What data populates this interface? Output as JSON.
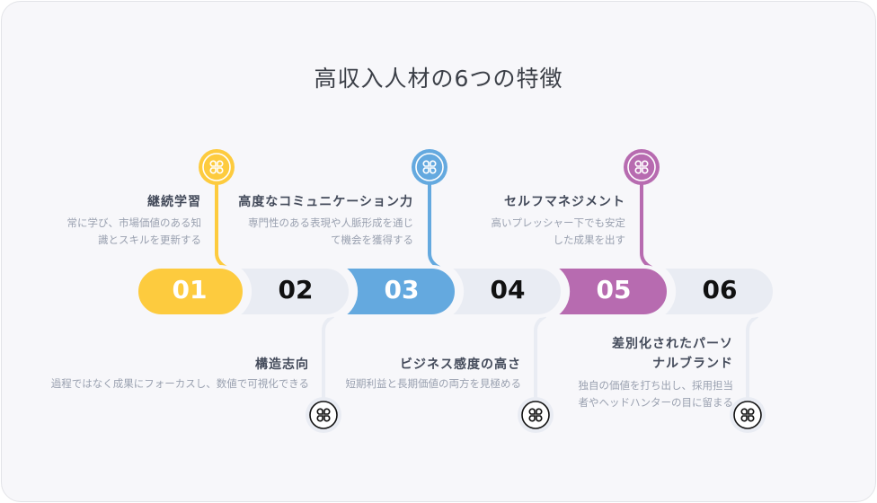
{
  "title": "高収入人材の6つの特徴",
  "colors": {
    "yellow": "#fdcb3e",
    "blue": "#64a9df",
    "purple": "#b76bb0",
    "gray": "#e9ecf3",
    "background": "#f7f7fa"
  },
  "items": [
    {
      "num": "01",
      "title": "継続学習",
      "desc1": "常に学び、市場価値のある知",
      "desc2": "識とスキルを更新する",
      "icon": "clover-icon"
    },
    {
      "num": "02",
      "title": "構造志向",
      "desc1": "過程ではなく成果にフォーカスし、数値で可視化できる",
      "desc2": "",
      "icon": "clover-icon"
    },
    {
      "num": "03",
      "title": "高度なコミュニケーション力",
      "desc1": "専門性のある表現や人脈形成を通じ",
      "desc2": "て機会を獲得する",
      "icon": "clover-icon"
    },
    {
      "num": "04",
      "title": "ビジネス感度の高さ",
      "desc1": "短期利益と長期価値の両方を見極める",
      "desc2": "",
      "icon": "clover-icon"
    },
    {
      "num": "05",
      "title": "セルフマネジメント",
      "desc1": "高いプレッシャー下でも安定",
      "desc2": "した成果を出す",
      "icon": "clover-icon"
    },
    {
      "num": "06",
      "title1": "差別化されたパーソ",
      "title2": "ナルブランド",
      "desc1": "独自の価値を打ち出し、採用担当",
      "desc2": "者やヘッドハンターの目に留まる",
      "icon": "clover-icon"
    }
  ]
}
